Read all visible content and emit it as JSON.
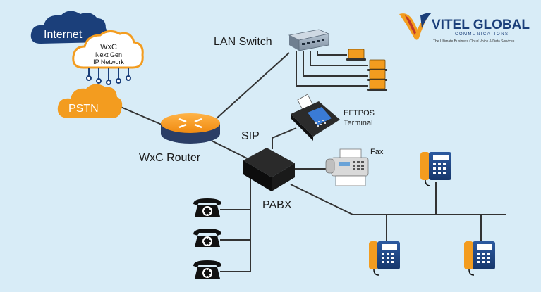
{
  "brand": {
    "name": "VITEL GLOBAL",
    "sub": "COMMUNICATIONS",
    "tagline": "The Ultimate Business Cloud Voice & Data Services",
    "color": "#1b3f7a",
    "accent": "#f39c1f"
  },
  "nodes": {
    "internet": "Internet",
    "wxc_cloud": [
      "WxC",
      "Next Gen",
      "IP Network"
    ],
    "pstn": "PSTN",
    "lan_switch": "LAN Switch",
    "router": "WxC Router",
    "sip": "SIP",
    "pabx": "PABX",
    "eftpos": [
      "EFTPOS",
      "Terminal"
    ],
    "fax": "Fax"
  },
  "colors": {
    "background": "#d8ecf7",
    "cloud_blue": "#1b3f7a",
    "orange": "#f39c1f",
    "line": "#333333"
  },
  "icons": [
    "cloud-icon",
    "switch-icon",
    "laptop-icon",
    "router-icon",
    "pabx-box-icon",
    "eftpos-terminal-icon",
    "fax-machine-icon",
    "ip-phone-icon",
    "rotary-phone-icon"
  ]
}
